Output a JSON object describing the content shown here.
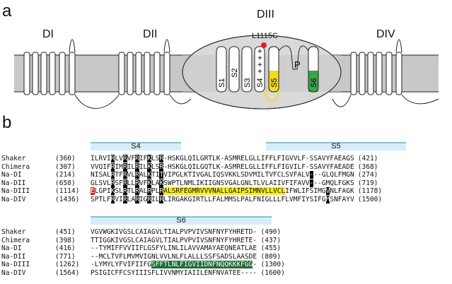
{
  "panels": {
    "a": "a",
    "b": "b"
  },
  "diagram": {
    "domains": [
      "DI",
      "DII",
      "DIII",
      "DIV"
    ],
    "segments": [
      "S1",
      "S2",
      "S3",
      "S4",
      "S5",
      "S6"
    ],
    "s4_charges": "+ + + +",
    "pore_label": "P",
    "mutation_label": "L1115C",
    "colors": {
      "s5": "#f2dc1c",
      "s6": "#3aa54a",
      "mutation": "#e51c1c",
      "membrane": "#c8c8c8"
    }
  },
  "alignment_block1": {
    "regions": [
      {
        "label": "S4"
      },
      {
        "label": "S5"
      }
    ],
    "rows": [
      {
        "name": "Shaker",
        "start": "(360)",
        "seq": "ILRVIRLVRVFRIFKLSR-HSKGLQILGRTLK-ASMRELGLLIFFLFIGVVLF-SSAVYFAEAGS",
        "end": "(421)"
      },
      {
        "name": "Chimera",
        "start": "(307)",
        "seq": "VVQIFRIMRILRILKLSR-HSKGLQILGQTLK-ASMRELGLLIFFLFIGVILF-SSAVYFAEADE",
        "end": "(368)"
      },
      {
        "name": "Na-DI",
        "start": "(214)",
        "seq": "NISALRTFRVLRALKTITVIPGLKTIVGALIQSVKKLSDVMILTVFCLSVFALV---GLQLFMGN",
        "end": "(274)"
      },
      {
        "name": "Na-DII",
        "start": "(658)",
        "seq": "GLSVLRSFRLLRVFKLAKSWPTLNMLIKIIGNSVGALGNLTLVLAIIVFIFAVV---GMQLFGKS",
        "end": "(719)"
      },
      {
        "name": "Na-DIII",
        "start": "(1114)",
        "seq": "ELGPIKSLRTLRALRPLRALSRFEGMRVVVNALLGAIPSIMNVLLVCLIFWLIFSIMGVNLFAGK",
        "end": "(1178)"
      },
      {
        "name": "Na-DIV",
        "start": "(1436)",
        "seq": "SPTLFRVIRLARIGRILRLIRGAKGIRTLLFALMMSLPALFNIGLLLFLVMFIYSIFGMSNFAYV",
        "end": "(1500)"
      }
    ]
  },
  "alignment_block2": {
    "regions": [
      {
        "label": "S6"
      }
    ],
    "rows": [
      {
        "name": "Shaker",
        "start": "(451)",
        "seq": "VGVWGKIVGSLCAIAGVLTIALPVPVIVSNFNYFYHRETD-",
        "end": "(490)"
      },
      {
        "name": "Chimera",
        "start": "(398)",
        "seq": "TTIGGKIVGSLCAIAGVLTIALPVPVIVSNFNYFYHRETE-",
        "end": "(437)"
      },
      {
        "name": "Na-DI",
        "start": "(416)",
        "seq": "--TYMIFFVVIIFLGSFYLINLILAVVAMAYAEQNEATLAE",
        "end": "(455)"
      },
      {
        "name": "Na-DII",
        "start": "(771)",
        "seq": "--MCLTVFLMVMVIGNLVVLNLFLALLLSSFSADSLAASDE",
        "end": "(809)"
      },
      {
        "name": "Na-DIII",
        "start": "(1262)",
        "seq": "-LYMYLYFVIFIIFGSFFTLNLFIGVIIDNFNQQKKKFGG-",
        "end": "(1300)"
      },
      {
        "name": "Na-DIV",
        "start": "(1564)",
        "seq": "PSIGICFFCSYIIISFLIVVNMYIAIILENFNVATEE----",
        "end": "(1600)"
      }
    ]
  }
}
